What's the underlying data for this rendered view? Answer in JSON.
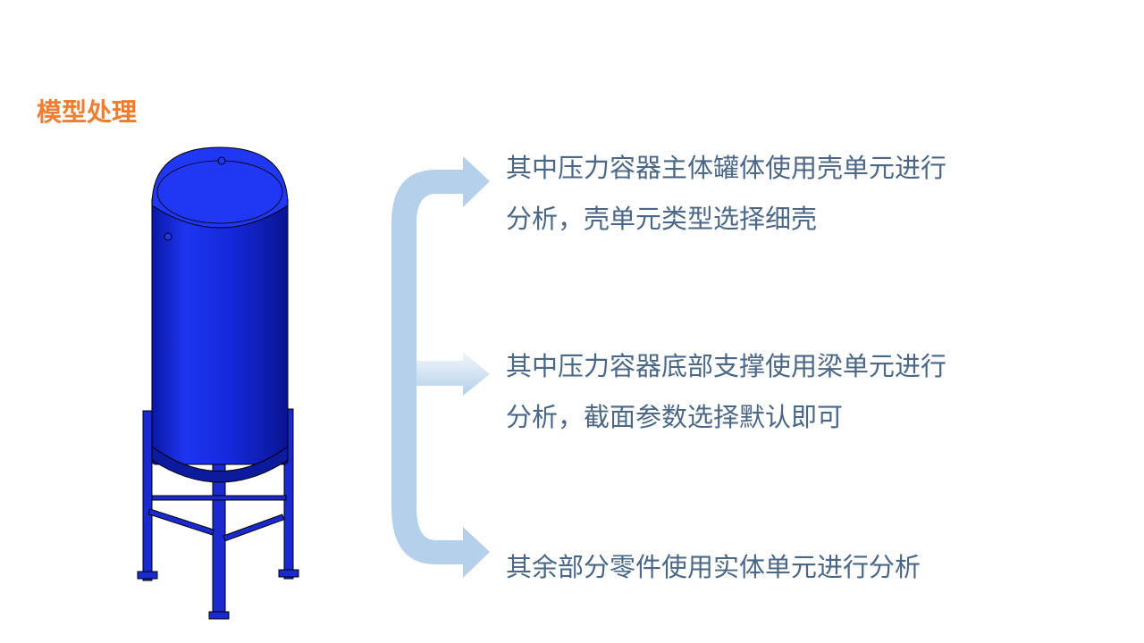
{
  "title": "模型处理",
  "items": [
    {
      "line1": "其中压力容器主体罐体使用壳单元进行",
      "line2": "分析，壳单元类型选择细壳"
    },
    {
      "line1": "其中压力容器底部支撑使用梁单元进行",
      "line2": "分析，截面参数选择默认即可"
    },
    {
      "line1": "其余部分零件使用实体单元进行分析"
    }
  ],
  "colors": {
    "title": "#ed7d31",
    "text": "#4a6787",
    "arrow": "#b4d0ea",
    "tank": "#1428e0"
  }
}
